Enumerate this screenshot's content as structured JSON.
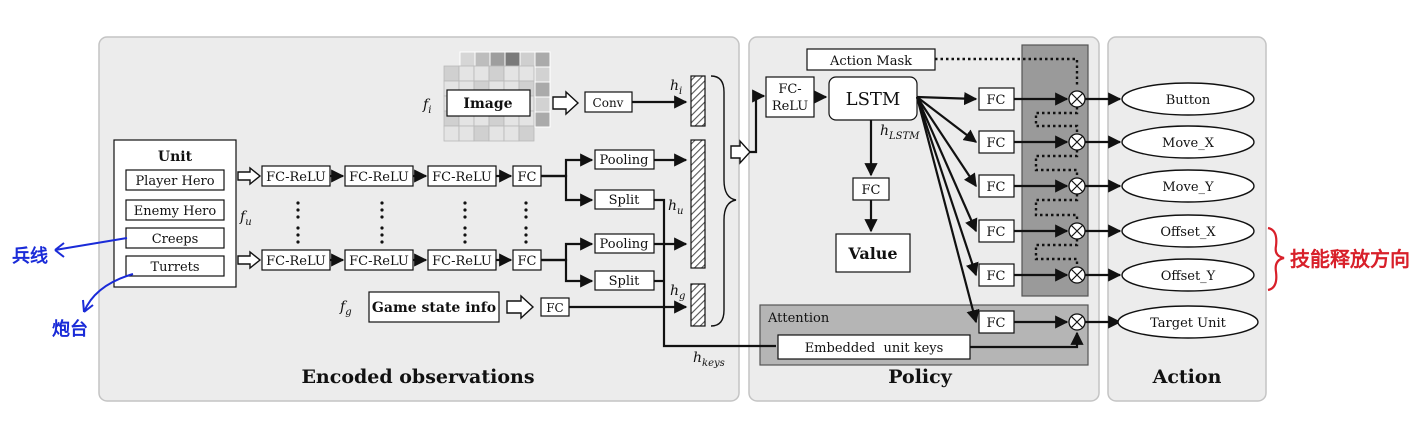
{
  "panels": {
    "encoded": "Encoded observations",
    "policy": "Policy",
    "action": "Action"
  },
  "unit_box": {
    "title": "Unit",
    "items": [
      "Player Hero",
      "Enemy Hero",
      "Creeps",
      "Turrets"
    ]
  },
  "image_block": {
    "label": "Image",
    "conv": "Conv"
  },
  "mlp": {
    "fc_relu": "FC-ReLU",
    "fc": "FC",
    "pooling": "Pooling",
    "split": "Split"
  },
  "game_state": {
    "label": "Game state info",
    "fc": "FC"
  },
  "math": {
    "f_i": "f",
    "f_i_sub": "i",
    "f_u": "f",
    "f_u_sub": "u",
    "f_g": "f",
    "f_g_sub": "g",
    "h_i": "h",
    "h_i_sub": "i",
    "h_u": "h",
    "h_u_sub": "u",
    "h_g": "h",
    "h_g_sub": "g",
    "h_keys": "h",
    "h_keys_sub": "keys",
    "h_lstm": "h",
    "h_lstm_sub": "LSTM"
  },
  "policy": {
    "action_mask": "Action Mask",
    "fc_relu_line1": "FC-",
    "fc_relu_line2": "ReLU",
    "lstm": "LSTM",
    "fc": "FC",
    "value": "Value",
    "attention": "Attention",
    "embedded_keys": "Embedded  unit keys",
    "multiply_symbol": "⊗"
  },
  "actions": [
    "Button",
    "Move_X",
    "Move_Y",
    "Offset_X",
    "Offset_Y",
    "Target Unit"
  ],
  "annotations": {
    "creeps_note": "兵线",
    "turrets_note": "炮台",
    "skill_note": "技能释放方向"
  },
  "colors": {
    "panel_bg": "#ececec",
    "panel_border": "#c4c4c4",
    "gray_box": "#9a9a9a",
    "attention_bg": "#b5b5b5",
    "hand_blue": "#1a2bd8",
    "hand_red": "#d8202a"
  }
}
